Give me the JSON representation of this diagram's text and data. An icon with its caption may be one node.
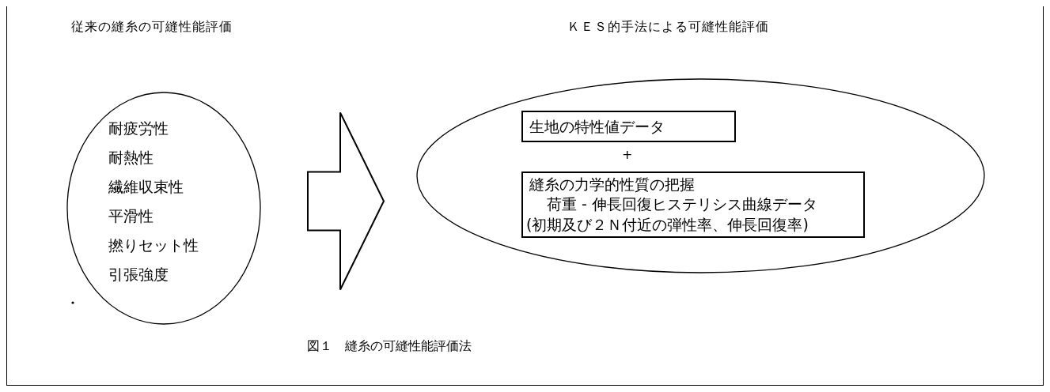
{
  "diagram": {
    "caption": "図１　縫糸の可縫性能評価法",
    "nodes": [
      {
        "text": [
          "従来の縫糸の可縫性能評価",
          "耐疲労性",
          "耐熱性",
          "繊維収束性",
          "平滑性",
          "撚りセット性",
          "引張強度"
        ]
      },
      {
        "text": [
          "ＫＥＳ的手法による可縫性能評価"
        ]
      },
      {
        "text": [
          "生地の特性値データ"
        ],
        "in": 1
      },
      {
        "text": [
          "縫糸の力学的性質の把握",
          "荷重 - 伸長回復ヒステリシス曲線データ",
          "(初期及び２Ｎ付近の弾性率、伸長回復率)"
        ],
        "in": 1
      }
    ],
    "edges": [
      {
        "from": 0,
        "to": 1,
        "arrow": "to"
      }
    ],
    "labels": [
      "+"
    ]
  }
}
